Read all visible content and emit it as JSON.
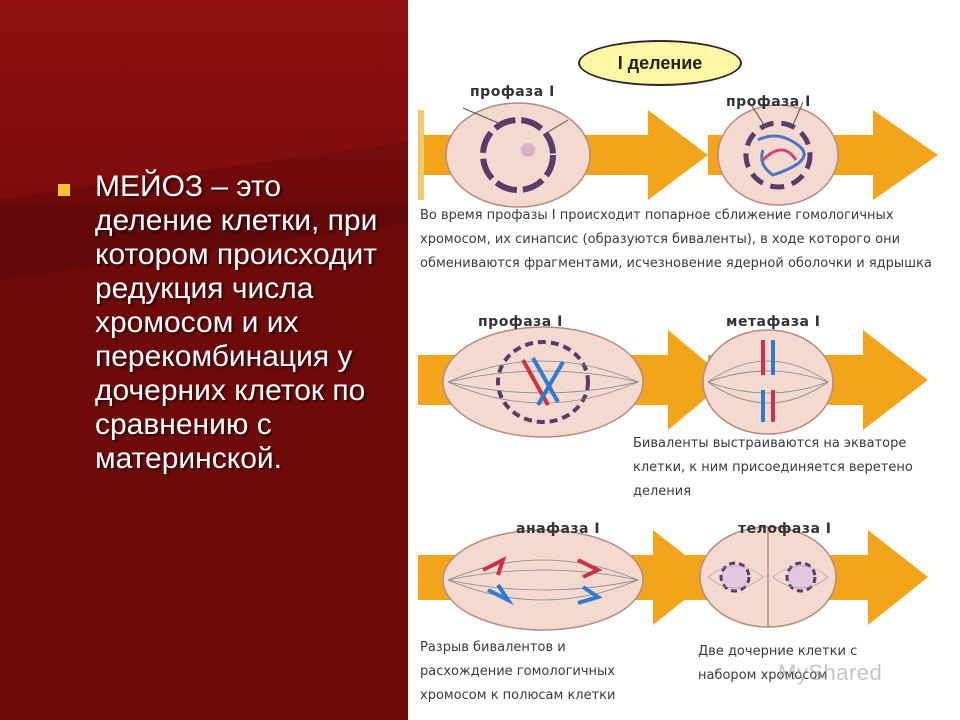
{
  "slide": {
    "bullet_text": "МЕЙОЗ – это деление клетки, при котором происходит редукция числа хромосом и их перекомбинация у дочерних клеток по сравнению с материнской."
  },
  "diagram": {
    "title": "I деление",
    "row1": {
      "left_label": "профаза I",
      "right_label": "профаза I",
      "caption": "Во время профазы I происходит попарное сближение гомологичных хромосом, их синапсис (образуются биваленты), в ходе которого они обмениваются фрагментами, исчезновение ядерной оболочки и ядрышка"
    },
    "row2": {
      "left_label": "профаза I",
      "right_label": "метафаза I",
      "caption": "Биваленты выстраиваются на экваторе клетки, к ним присоединяется веретено деления"
    },
    "row3": {
      "left_label": "анафаза I",
      "right_label": "телофаза I",
      "caption_left": "Разрыв бивалентов и расхождение гомологичных хромосом к полюсам клетки",
      "caption_right": "Две дочерние клетки с набором хромосом"
    },
    "watermark": "MyShared"
  },
  "colors": {
    "slide_bg": "#7e0c0c",
    "bullet": "#f1c232",
    "arrow": "#f2a51a",
    "cell": "#f3d9cf"
  }
}
